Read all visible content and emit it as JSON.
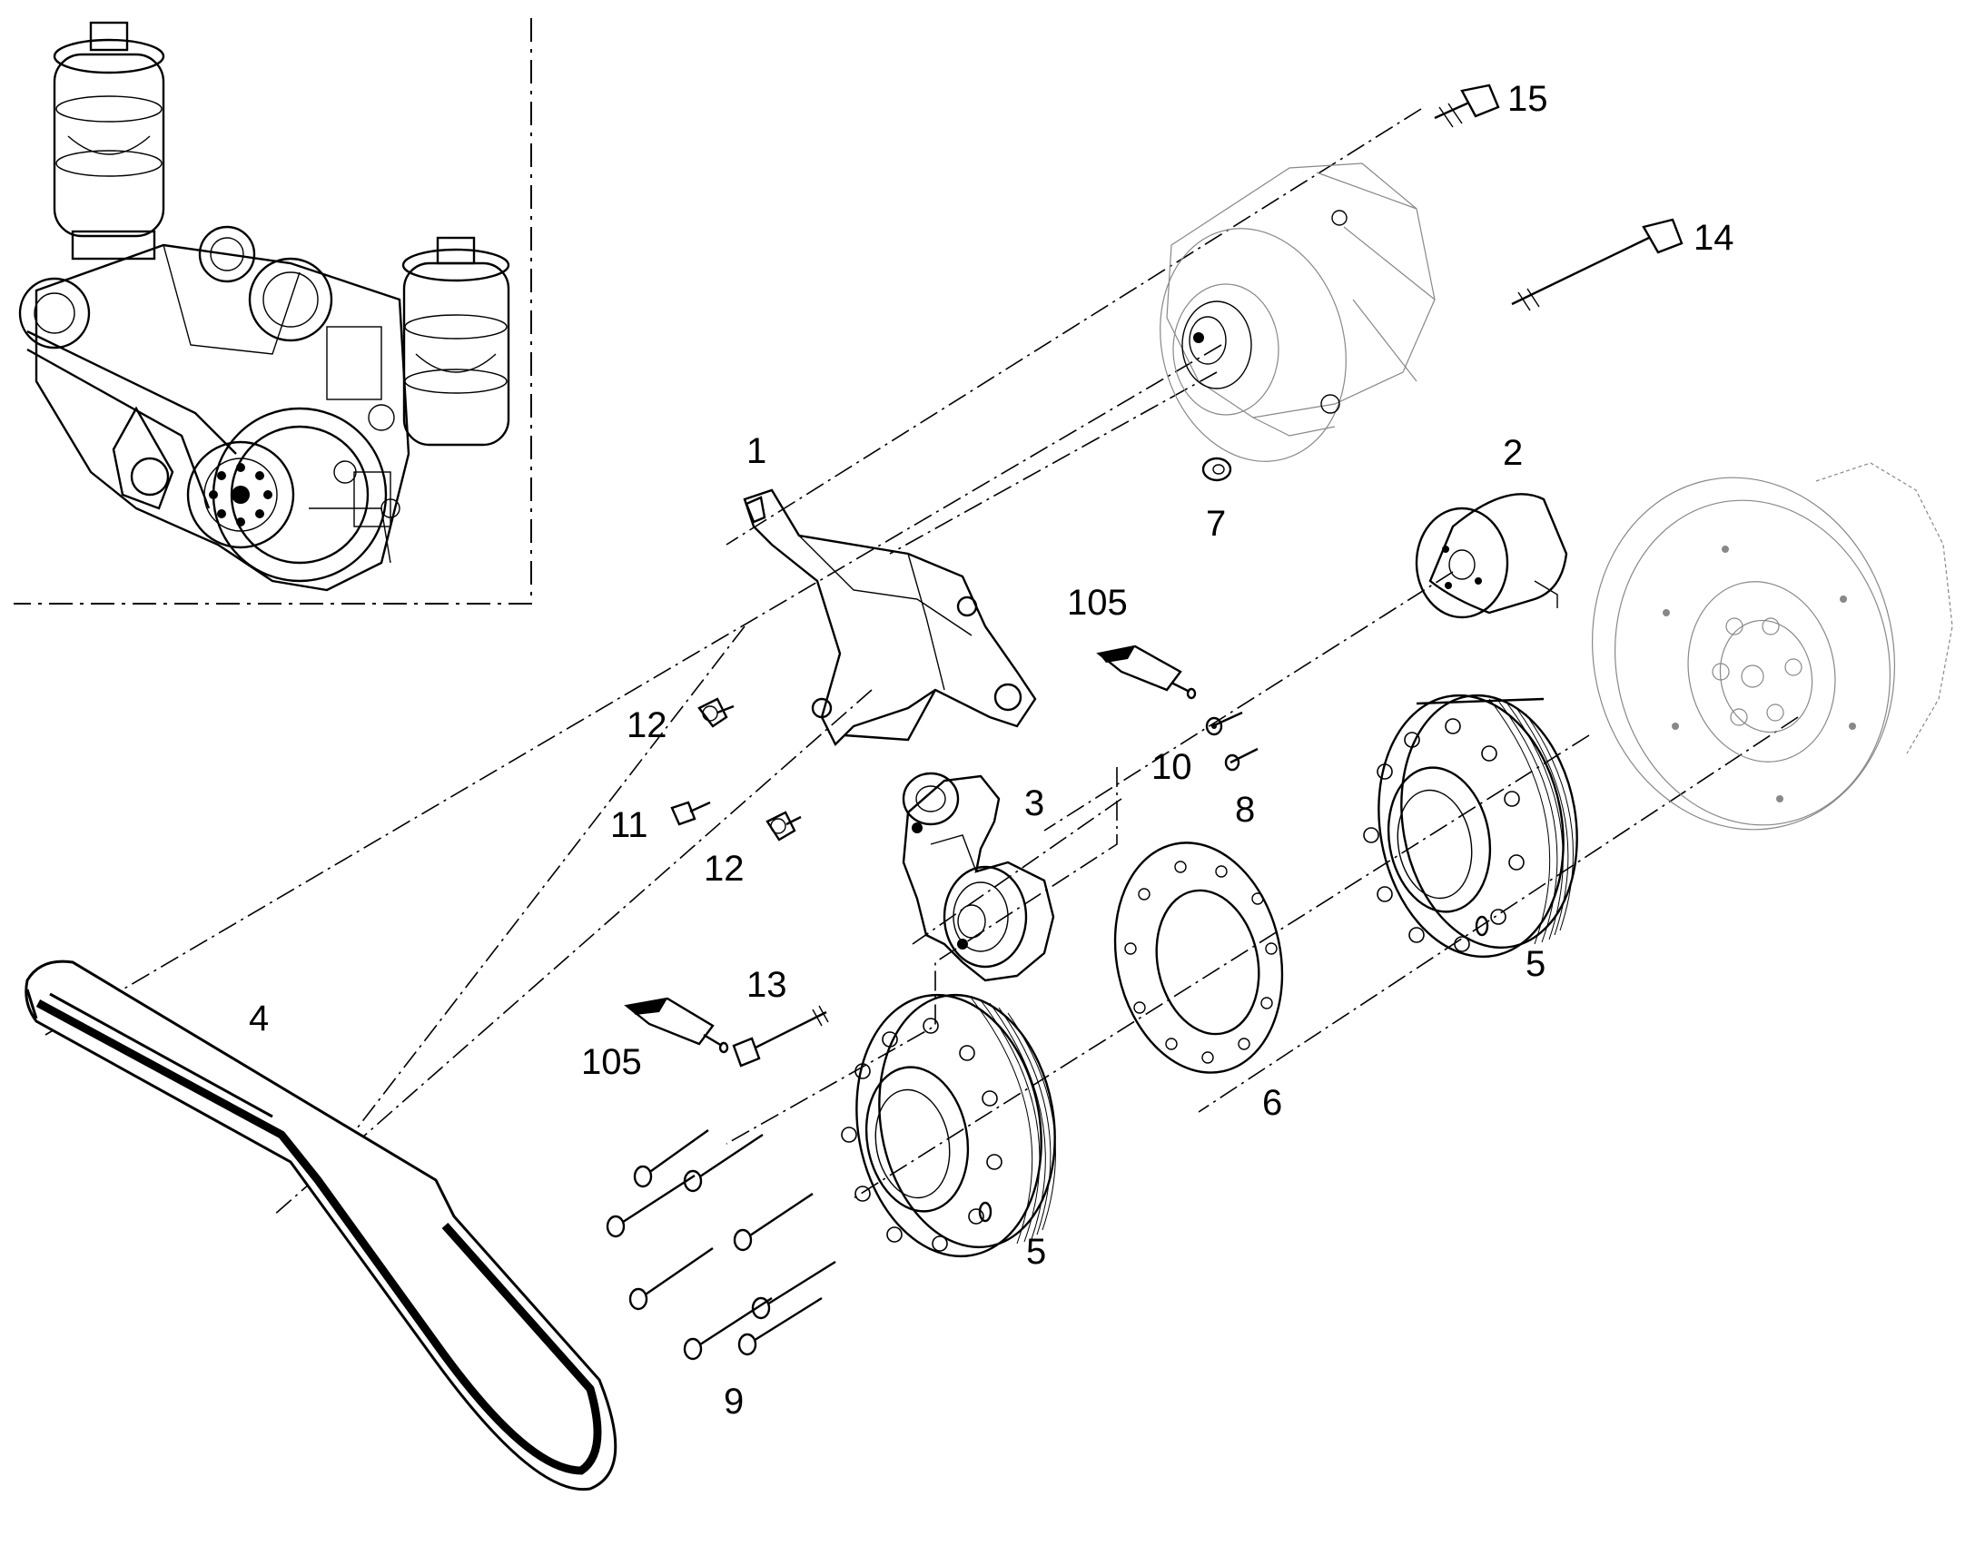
{
  "callouts": {
    "c1": "1",
    "c2": "2",
    "c3": "3",
    "c4": "4",
    "c5a": "5",
    "c5b": "5",
    "c6": "6",
    "c7": "7",
    "c8": "8",
    "c9": "9",
    "c10": "10",
    "c11": "11",
    "c12a": "12",
    "c12b": "12",
    "c13": "13",
    "c14": "14",
    "c15": "15",
    "c105a": "105",
    "c105b": "105"
  }
}
